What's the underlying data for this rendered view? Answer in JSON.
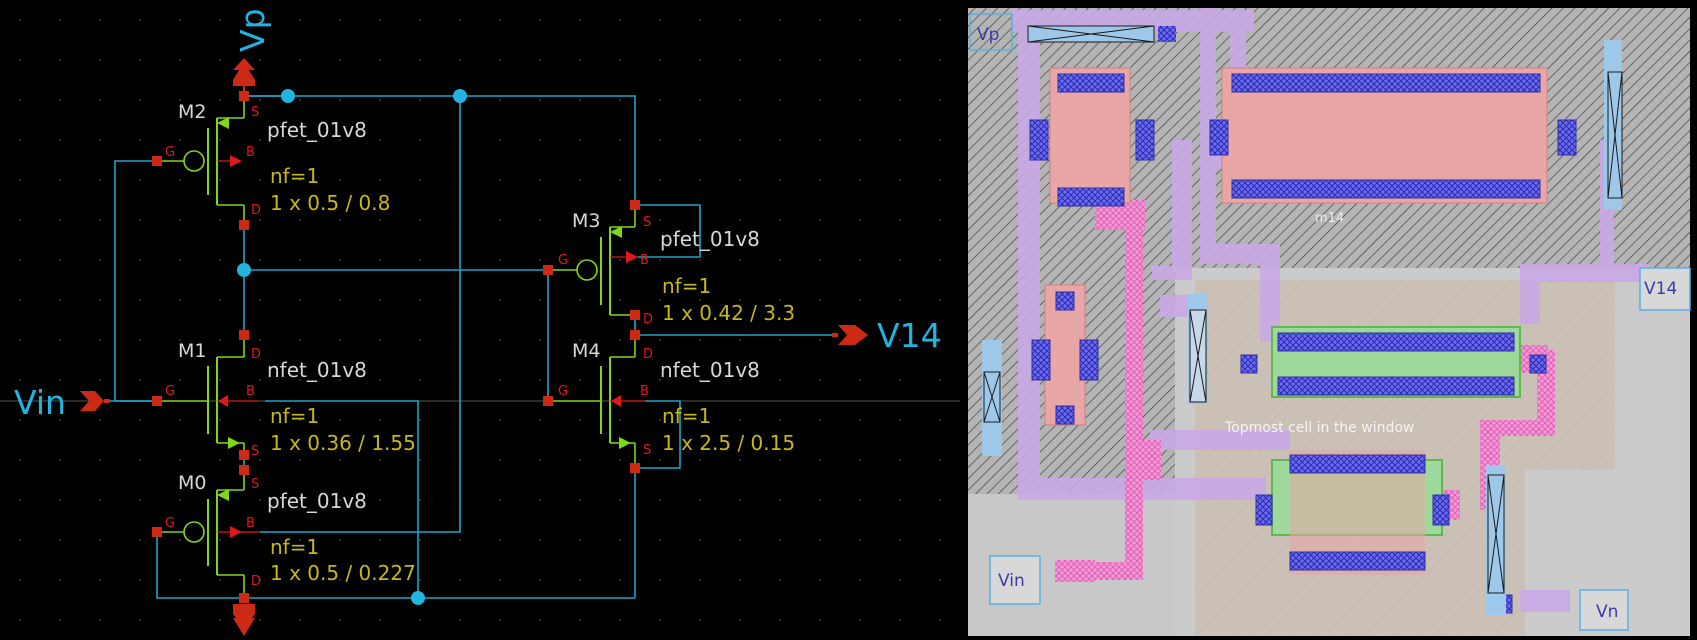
{
  "schematic": {
    "pins": {
      "vp": "Vp",
      "vin": "Vin",
      "v14": "V14"
    },
    "transistors": [
      {
        "name": "M2",
        "model": "pfet_01v8",
        "nf": "nf=1",
        "size": "1 x 0.5 / 0.8"
      },
      {
        "name": "M1",
        "model": "nfet_01v8",
        "nf": "nf=1",
        "size": "1 x 0.36 / 1.55"
      },
      {
        "name": "M0",
        "model": "pfet_01v8",
        "nf": "nf=1",
        "size": "1 x 0.5 / 0.227"
      },
      {
        "name": "M3",
        "model": "pfet_01v8",
        "nf": "nf=1",
        "size": "1 x 0.42 / 3.3"
      },
      {
        "name": "M4",
        "model": "nfet_01v8",
        "nf": "nf=1",
        "size": "1 x 2.5 / 0.15"
      }
    ],
    "terminals": {
      "s": "S",
      "g": "G",
      "b": "B",
      "d": "D"
    }
  },
  "layout": {
    "labels": {
      "vp": "Vp",
      "v14": "V14",
      "vin": "Vin",
      "vn": "Vn",
      "cell_name": "m14",
      "topmost": "Topmost cell in the window"
    }
  },
  "colors": {
    "wire": "#1fa3c9",
    "pin": "#cc2a14",
    "label_blue": "#1fb5e0",
    "param": "#c7b81a",
    "instance": "#d8d8d8",
    "terminal": "#e01818",
    "pmos_arrow": "#7fd61a"
  }
}
